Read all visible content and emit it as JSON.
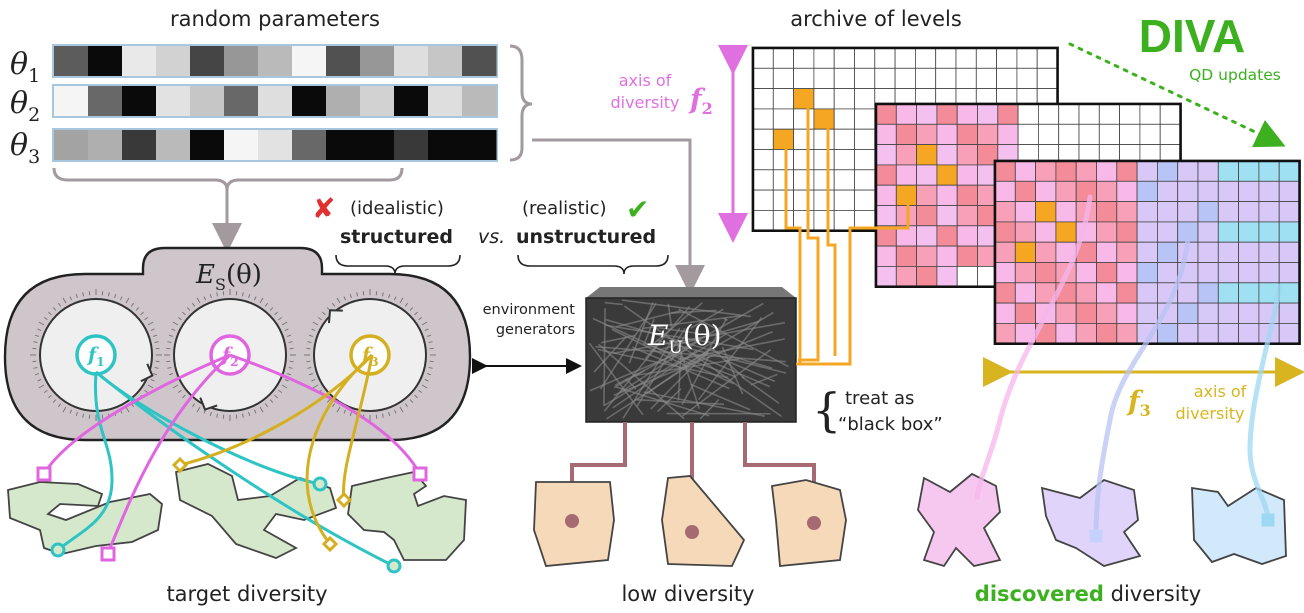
{
  "titles": {
    "random_parameters": "random parameters",
    "archive_of_levels": "archive of levels",
    "diva": "DIVA",
    "qd_updates": "QD updates"
  },
  "params": {
    "labels": [
      "θ",
      "θ",
      "θ"
    ],
    "subscripts": [
      "1",
      "2",
      "3"
    ],
    "rows": [
      [
        0.35,
        0.0,
        0.95,
        0.85,
        0.25,
        0.6,
        0.75,
        1.0,
        0.3,
        0.6,
        0.9,
        0.8,
        0.3
      ],
      [
        1.0,
        0.4,
        0.0,
        0.92,
        0.8,
        0.4,
        0.9,
        0.0,
        0.7,
        0.85,
        0.0,
        0.9,
        0.75
      ],
      [
        0.65,
        0.7,
        0.2,
        0.75,
        0.0,
        1.0,
        0.92,
        0.4,
        0.0,
        0.0,
        0.2,
        0.0,
        0.0
      ]
    ]
  },
  "comparison": {
    "idealistic": "(idealistic)",
    "structured": "structured",
    "vs": "vs.",
    "realistic": "(realistic)",
    "unstructured": "unstructured",
    "cross_mark": "✘",
    "check_mark": "✔"
  },
  "structured_env": {
    "label": "E",
    "subscript": "S",
    "arg": "(θ)",
    "dials": [
      "f",
      "f",
      "f"
    ],
    "dial_subscripts": [
      "1",
      "2",
      "3"
    ]
  },
  "unstructured_env": {
    "label": "E",
    "subscript": "U",
    "arg": "(θ)"
  },
  "env_generators": [
    "environment",
    "generators"
  ],
  "black_box": [
    "treat as",
    "“black box”"
  ],
  "axis_f2": {
    "line1": "axis of",
    "line2": "diversity",
    "f": "f",
    "sub": "2"
  },
  "axis_f3": {
    "line1": "axis of",
    "line2": "diversity",
    "f": "f",
    "sub": "3"
  },
  "captions": {
    "target": "target diversity",
    "low": "low diversity",
    "discovered_word": "discovered",
    "diversity_word": " diversity"
  },
  "colors": {
    "teal": "#2ec4c4",
    "magenta": "#e066e0",
    "gold": "#d4b020",
    "orange": "#f5a623",
    "green": "#3cb01e",
    "grey_panel": "#cfc6cc",
    "dark_box": "#3a3a3a",
    "pink_axis": "#e070e0",
    "gold_axis": "#d8b520"
  }
}
